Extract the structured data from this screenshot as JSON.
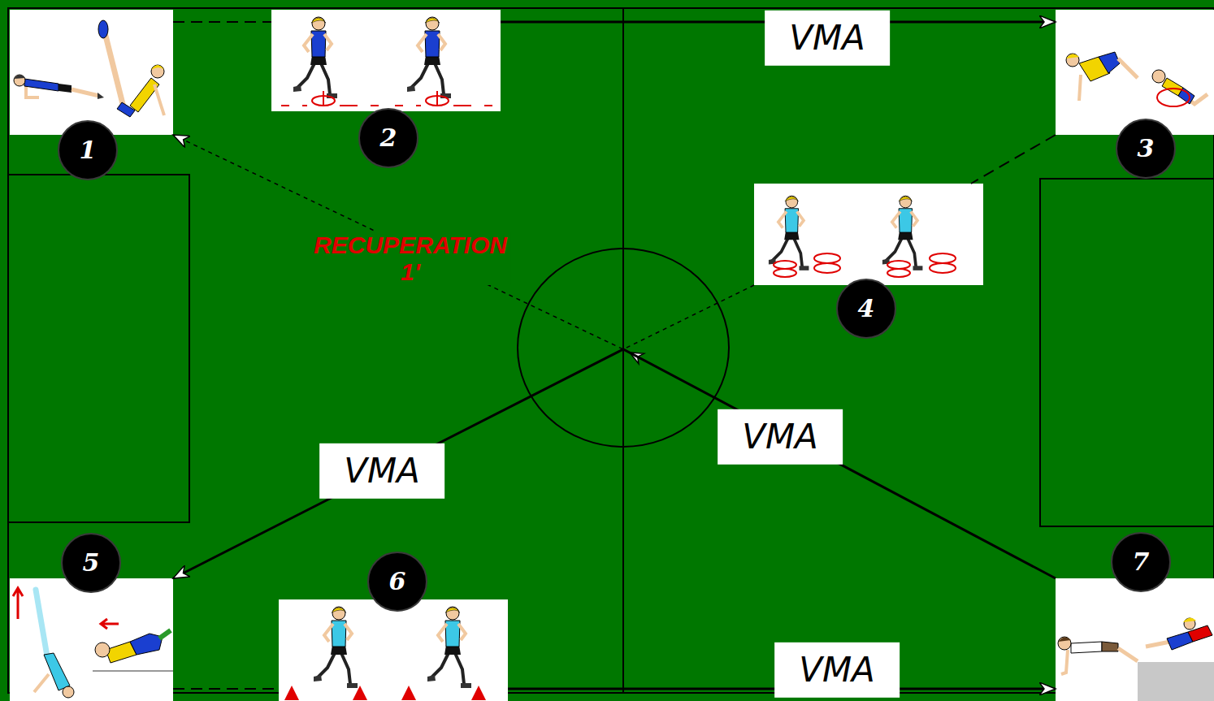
{
  "diagram": {
    "nodes": [
      {
        "text": [
          "1"
        ]
      },
      {
        "text": [
          "2"
        ]
      },
      {
        "text": [
          "3"
        ]
      },
      {
        "text": [
          "4"
        ]
      },
      {
        "text": [
          "5"
        ]
      },
      {
        "text": [
          "6"
        ]
      },
      {
        "text": [
          "7"
        ]
      }
    ],
    "edges": [
      {
        "from": 0,
        "to": 1,
        "arrow": "none"
      },
      {
        "from": 1,
        "to": 2,
        "arrow": "to",
        "label": "VMA"
      },
      {
        "from": 2,
        "to": 3,
        "arrow": "none"
      },
      {
        "from": 3,
        "to": 0,
        "arrow": "to",
        "label": "RECUPERATION 1'"
      },
      {
        "from": 4,
        "to": 5,
        "arrow": "none"
      },
      {
        "from": 5,
        "to": 6,
        "arrow": "to",
        "label": "VMA"
      },
      {
        "from": 6,
        "to": 4,
        "arrow": "to",
        "label": "VMA"
      }
    ],
    "labels": [
      "VMA"
    ]
  }
}
